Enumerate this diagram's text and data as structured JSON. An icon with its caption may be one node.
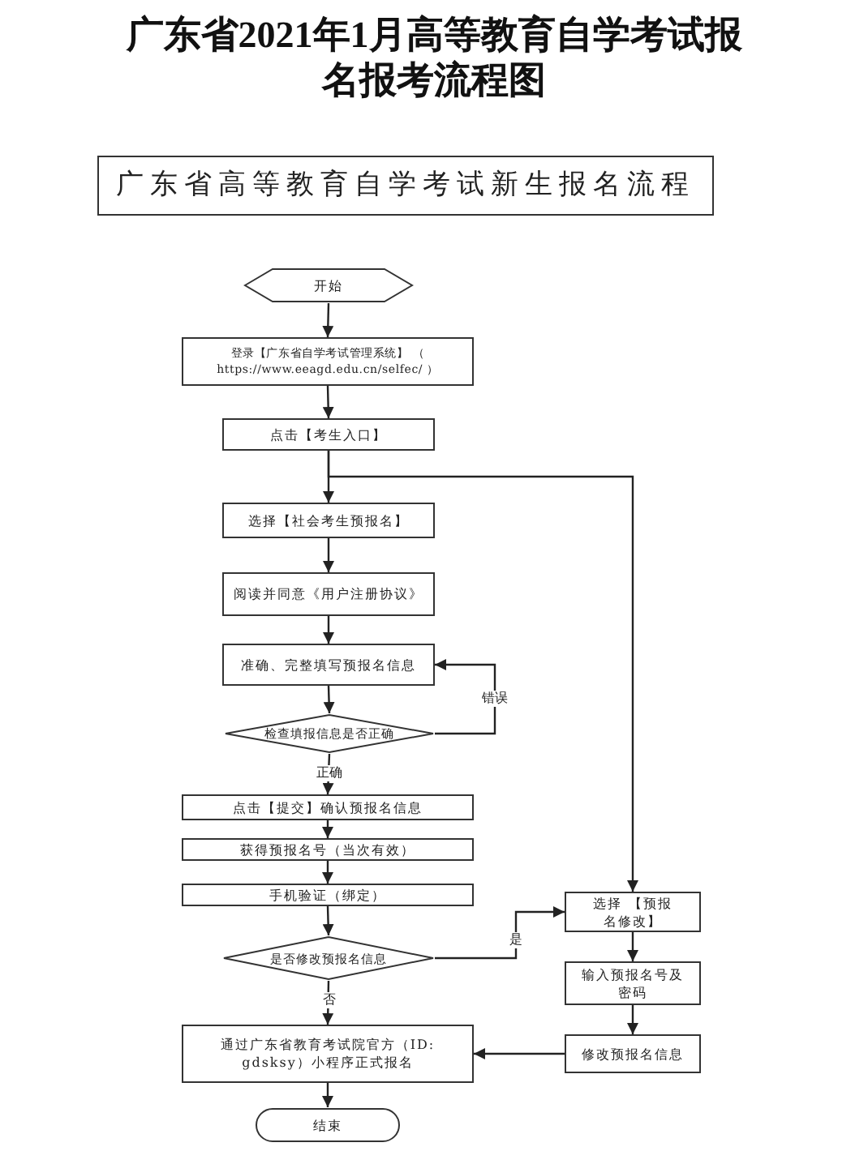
{
  "diagram": {
    "title": "广东省2021年1月高等教育自学考试报名报考流程图",
    "nodes": [
      {
        "text": [
          "广东省高等教育自学考试新生报名流程"
        ]
      },
      {
        "text": [
          "开始"
        ]
      },
      {
        "text": [
          "登录【广东省自学考试管理系统】 （ https://www.eeagd.edu.cn/selfec/ ）"
        ]
      },
      {
        "text": [
          "点击【考生入口】"
        ]
      },
      {
        "text": [
          "选择【社会考生预报名】"
        ]
      },
      {
        "text": [
          "阅读并同意《用户注册协议》"
        ]
      },
      {
        "text": [
          "准确、完整填写预报名信息"
        ]
      },
      {
        "text": [
          "检查填报信息是否正确"
        ]
      },
      {
        "text": [
          "点击【提交】确认预报名信息"
        ]
      },
      {
        "text": [
          "获得预报名号（当次有效）"
        ]
      },
      {
        "text": [
          "手机验证（绑定）"
        ]
      },
      {
        "text": [
          "是否修改预报名信息"
        ]
      },
      {
        "text": [
          "选择 【预报名修改】"
        ]
      },
      {
        "text": [
          "输入预报名号及密码"
        ]
      },
      {
        "text": [
          "修改预报名信息"
        ]
      },
      {
        "text": [
          "通过广东省教育考试院官方（ID: gdsksy）小程序正式报名"
        ]
      },
      {
        "text": [
          "结束"
        ]
      }
    ],
    "edges": [
      {
        "from": 1,
        "to": 2,
        "arrow": "to"
      },
      {
        "from": 2,
        "to": 3,
        "arrow": "to"
      },
      {
        "from": 3,
        "to": 4,
        "arrow": "to"
      },
      {
        "from": 3,
        "to": 12,
        "arrow": "to"
      },
      {
        "from": 4,
        "to": 5,
        "arrow": "to"
      },
      {
        "from": 5,
        "to": 6,
        "arrow": "to"
      },
      {
        "from": 6,
        "to": 7,
        "arrow": "to"
      },
      {
        "from": 7,
        "to": 6,
        "arrow": "to",
        "label": "错误"
      },
      {
        "from": 7,
        "to": 8,
        "arrow": "to",
        "label": "正确"
      },
      {
        "from": 8,
        "to": 9,
        "arrow": "to"
      },
      {
        "from": 9,
        "to": 10,
        "arrow": "to"
      },
      {
        "from": 10,
        "to": 11,
        "arrow": "to"
      },
      {
        "from": 11,
        "to": 12,
        "arrow": "to",
        "label": "是"
      },
      {
        "from": 11,
        "to": 15,
        "arrow": "to",
        "label": "否"
      },
      {
        "from": 12,
        "to": 13,
        "arrow": "to"
      },
      {
        "from": 13,
        "to": 14,
        "arrow": "to"
      },
      {
        "from": 14,
        "to": 15,
        "arrow": "to"
      },
      {
        "from": 15,
        "to": 16,
        "arrow": "to"
      }
    ]
  }
}
